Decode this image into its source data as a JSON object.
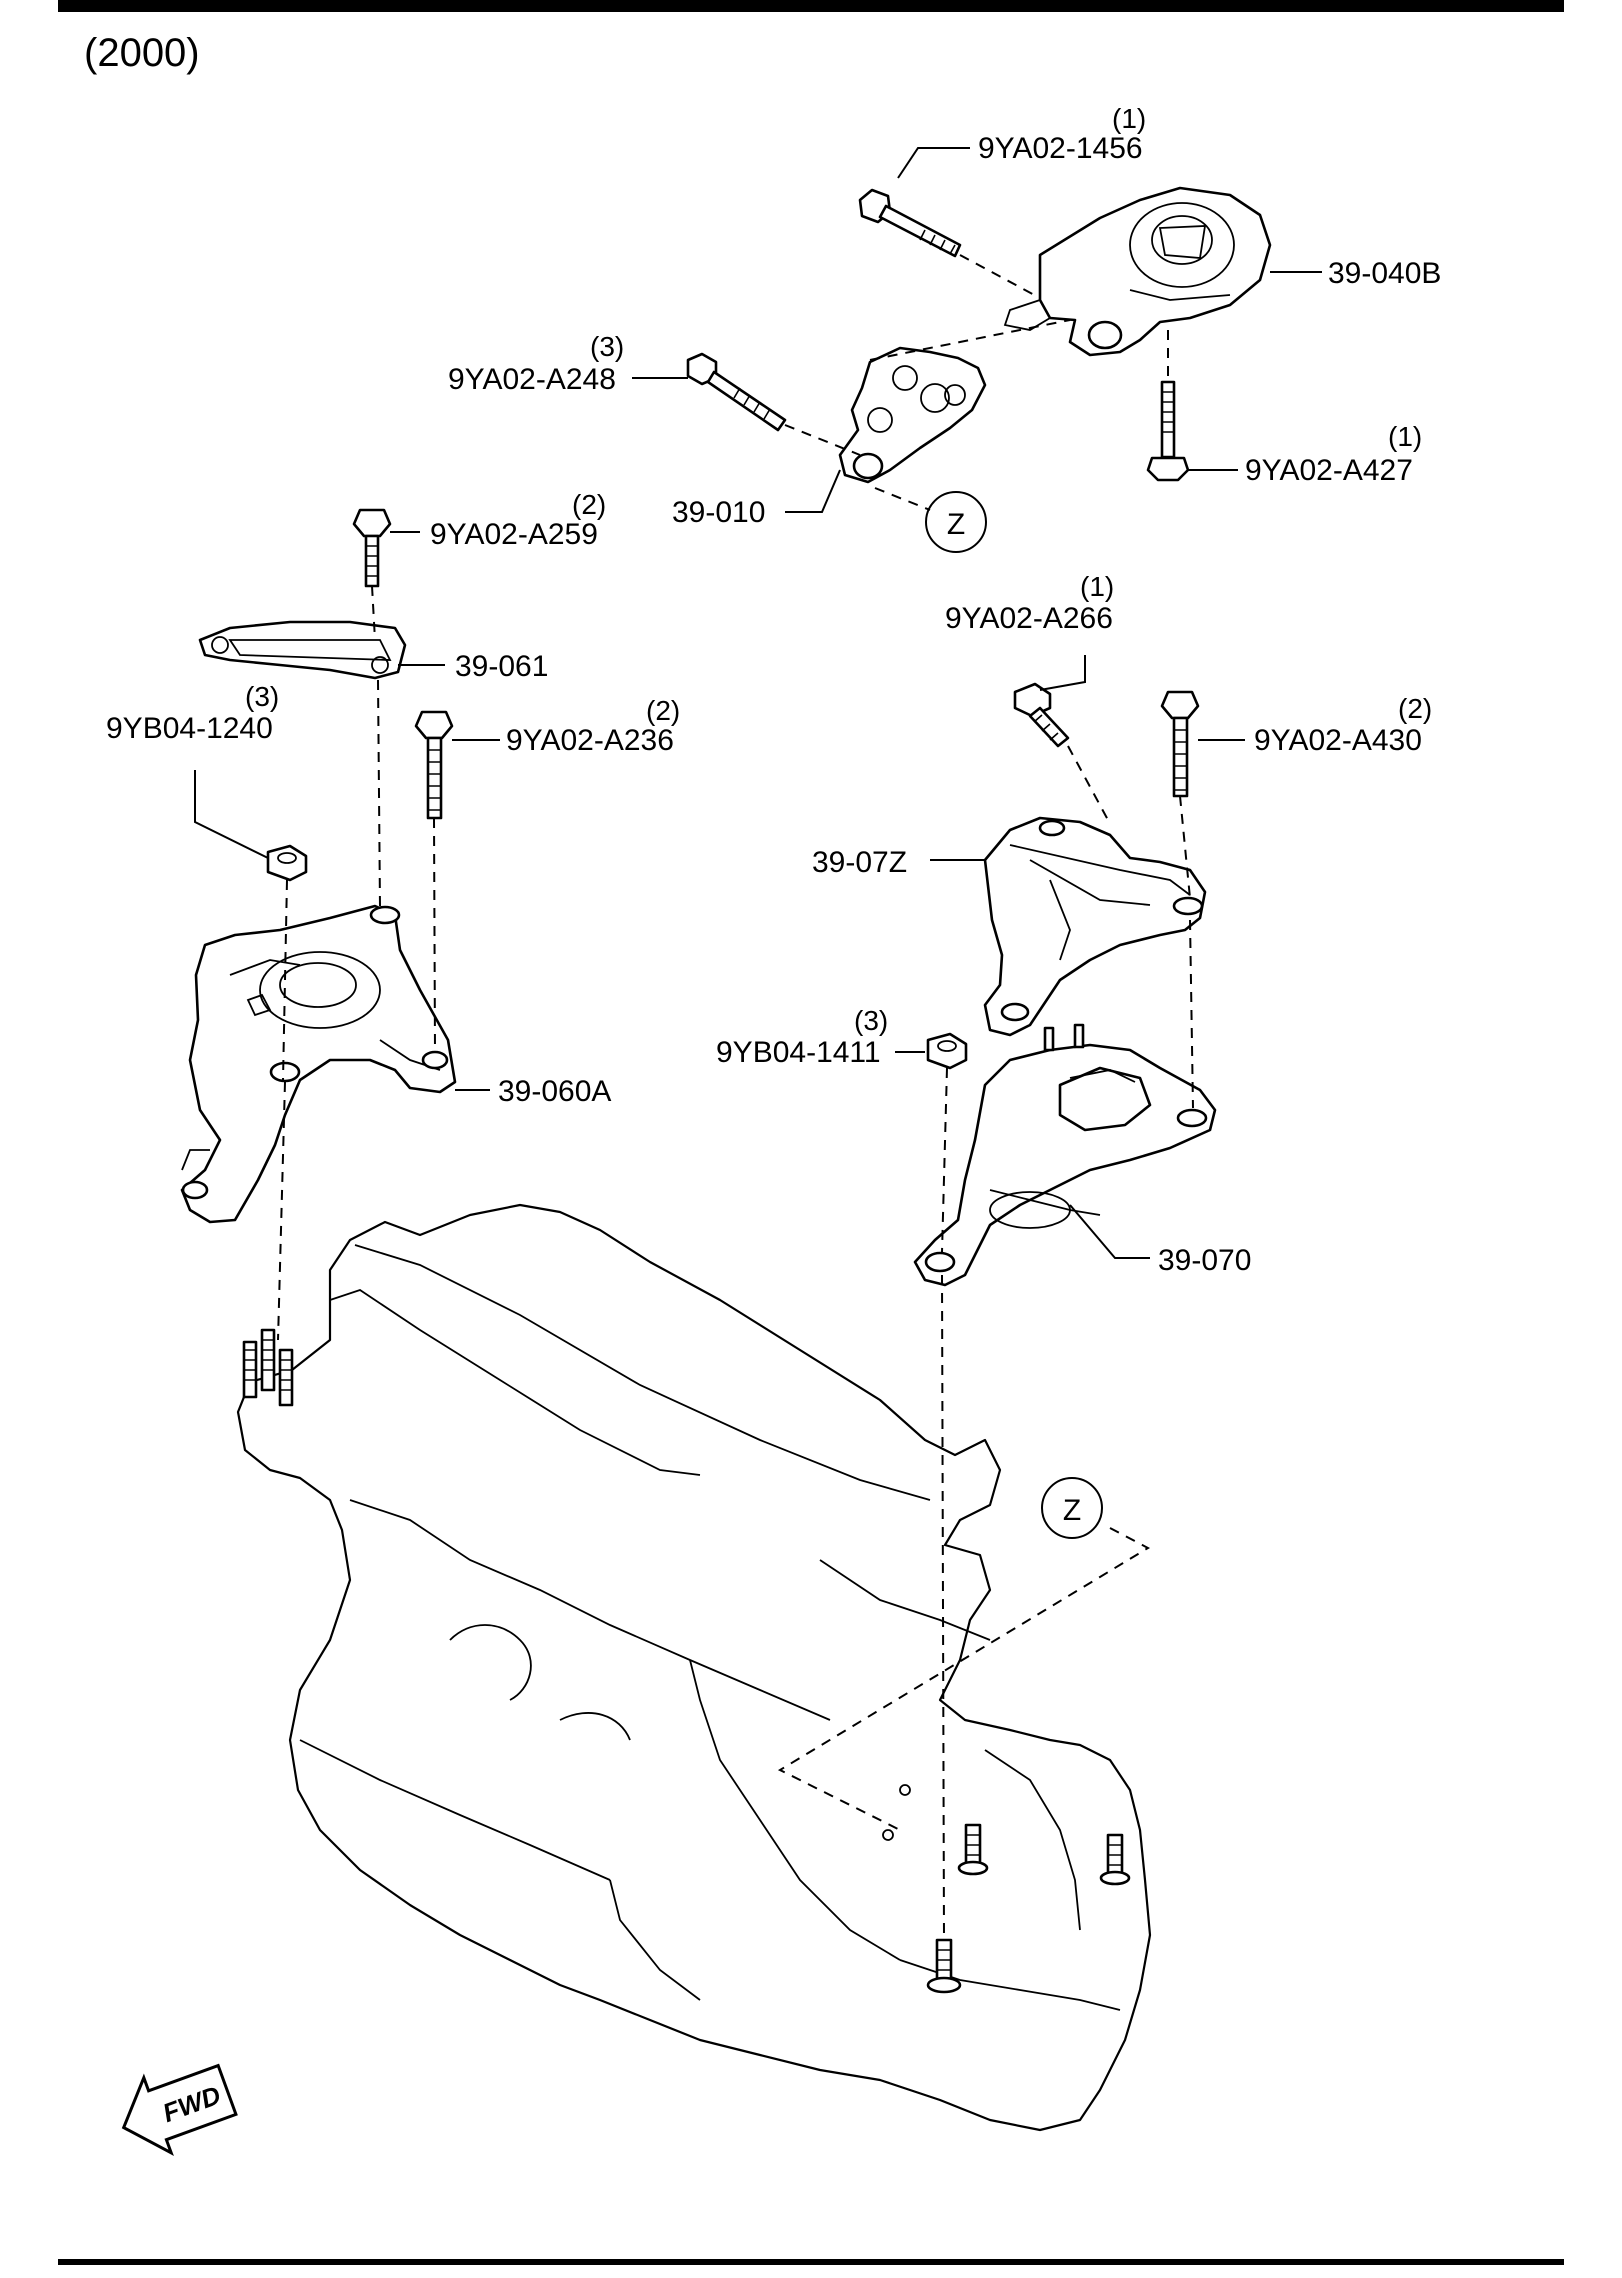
{
  "header": {
    "code": "(2000)"
  },
  "parts": {
    "p_9ya02_1456": {
      "number": "9YA02-1456",
      "qty": "(1)"
    },
    "p_39_040b": {
      "number": "39-040B"
    },
    "p_9ya02_a248": {
      "number": "9YA02-A248",
      "qty": "(3)"
    },
    "p_9ya02_a427": {
      "number": "9YA02-A427",
      "qty": "(1)"
    },
    "p_39_010": {
      "number": "39-010"
    },
    "p_9ya02_a259": {
      "number": "9YA02-A259",
      "qty": "(2)"
    },
    "p_39_061": {
      "number": "39-061"
    },
    "p_9yb04_1240": {
      "number": "9YB04-1240",
      "qty": "(3)"
    },
    "p_9ya02_a236": {
      "number": "9YA02-A236",
      "qty": "(2)"
    },
    "p_9ya02_a266": {
      "number": "9YA02-A266",
      "qty": "(1)"
    },
    "p_9ya02_a430": {
      "number": "9YA02-A430",
      "qty": "(2)"
    },
    "p_39_07z": {
      "number": "39-07Z"
    },
    "p_9yb04_1411": {
      "number": "9YB04-1411",
      "qty": "(3)"
    },
    "p_39_060a": {
      "number": "39-060A"
    },
    "p_39_070": {
      "number": "39-070"
    }
  },
  "callouts": {
    "z_top": "Z",
    "z_bottom": "Z"
  },
  "fwd": {
    "label": "FWD"
  },
  "icons": {
    "fwd_arrow": "fwd-arrow-icon"
  }
}
